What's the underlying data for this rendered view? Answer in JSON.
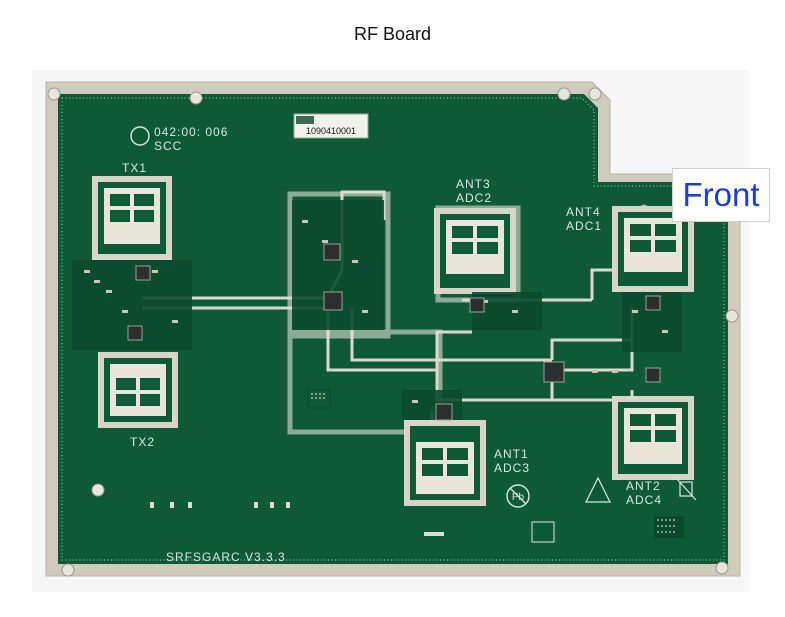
{
  "caption": "RF Board",
  "front_label": "Front",
  "board": {
    "barcode": "1090410001",
    "board_name": "SRFSGARC V3.3.3",
    "marking_a": "042:00: 006",
    "marking_b": "SCC",
    "antennas": [
      {
        "id": "tx1",
        "label": "TX1",
        "sub": ""
      },
      {
        "id": "tx2",
        "label": "TX2",
        "sub": ""
      },
      {
        "id": "ant3",
        "label": "ANT3",
        "sub": "ADC2"
      },
      {
        "id": "ant4",
        "label": "ANT4",
        "sub": "ADC1"
      },
      {
        "id": "ant1",
        "label": "ANT1",
        "sub": "ADC3"
      },
      {
        "id": "ant2",
        "label": "ANT2",
        "sub": "ADC4"
      }
    ],
    "lead_free_mark": "Pb",
    "colors": {
      "pcb": "#0e5a37",
      "pcb_dark": "#0a4a2c",
      "metal": "#d9d6c8",
      "pad": "#e9e6d9"
    }
  }
}
